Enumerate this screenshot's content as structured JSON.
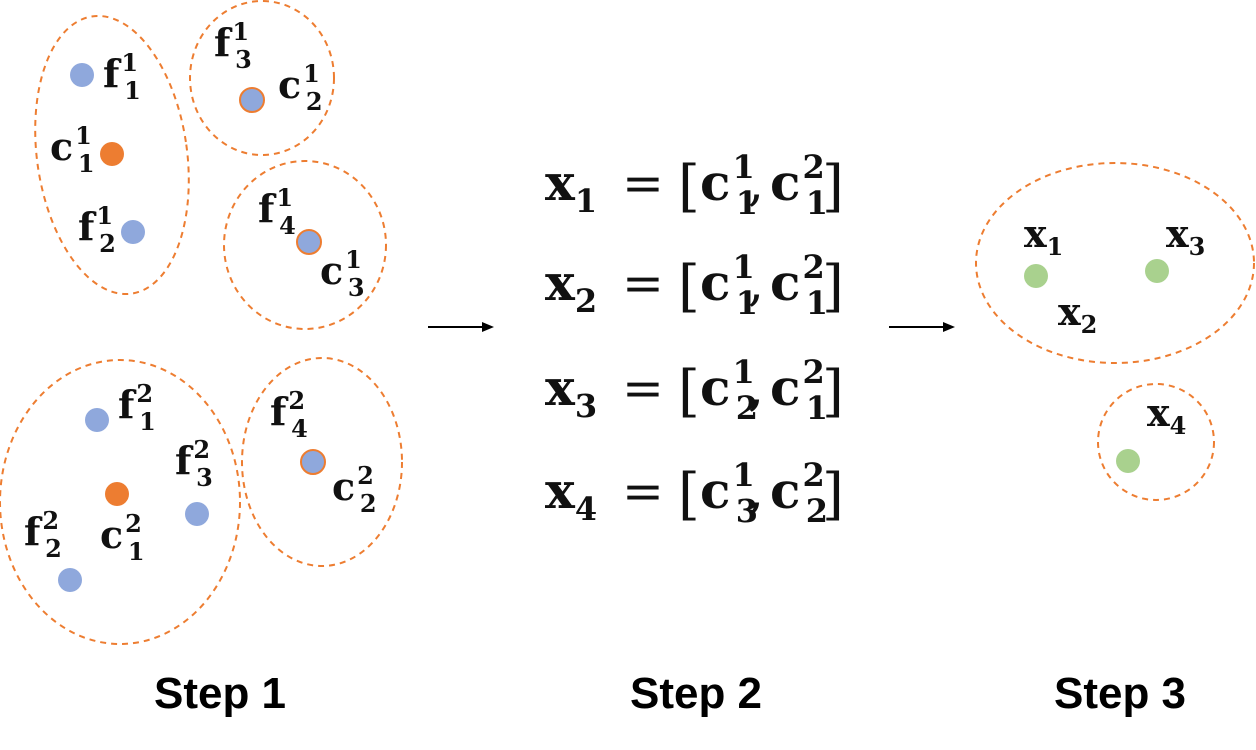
{
  "colors": {
    "feature": "#8fa8dc",
    "center": "#ed7d31",
    "cluster_outline": "#ed7d31",
    "combined": "#a9d18e",
    "text": "#111111"
  },
  "step1": {
    "features": [
      {
        "base": "f",
        "sub": "1",
        "sup": "1"
      },
      {
        "base": "f",
        "sub": "2",
        "sup": "1"
      },
      {
        "base": "f",
        "sub": "3",
        "sup": "1"
      },
      {
        "base": "f",
        "sub": "4",
        "sup": "1"
      },
      {
        "base": "f",
        "sub": "1",
        "sup": "2"
      },
      {
        "base": "f",
        "sub": "3",
        "sup": "2"
      },
      {
        "base": "f",
        "sub": "2",
        "sup": "2"
      },
      {
        "base": "f",
        "sub": "4",
        "sup": "2"
      }
    ],
    "centers": [
      {
        "base": "c",
        "sub": "1",
        "sup": "1"
      },
      {
        "base": "c",
        "sub": "2",
        "sup": "1"
      },
      {
        "base": "c",
        "sub": "3",
        "sup": "1"
      },
      {
        "base": "c",
        "sub": "1",
        "sup": "2"
      },
      {
        "base": "c",
        "sub": "2",
        "sup": "2"
      }
    ],
    "label": "Step 1"
  },
  "step2": {
    "equations": [
      {
        "lhs_sub": "1",
        "c_a": {
          "sub": "1",
          "sup": "1"
        },
        "c_b": {
          "sub": "1",
          "sup": "2"
        }
      },
      {
        "lhs_sub": "2",
        "c_a": {
          "sub": "1",
          "sup": "1"
        },
        "c_b": {
          "sub": "1",
          "sup": "2"
        }
      },
      {
        "lhs_sub": "3",
        "c_a": {
          "sub": "2",
          "sup": "1"
        },
        "c_b": {
          "sub": "1",
          "sup": "2"
        }
      },
      {
        "lhs_sub": "4",
        "c_a": {
          "sub": "3",
          "sup": "1"
        },
        "c_b": {
          "sub": "2",
          "sup": "2"
        }
      }
    ],
    "lhs_base": "x",
    "c_base": "c",
    "label": "Step 2"
  },
  "step3": {
    "points": [
      {
        "base": "x",
        "sub": "1"
      },
      {
        "base": "x",
        "sub": "3"
      },
      {
        "base": "x",
        "sub": "2"
      },
      {
        "base": "x",
        "sub": "4"
      }
    ],
    "label": "Step 3"
  },
  "symbols": {
    "equals": "=",
    "open_bracket": "[",
    "close_bracket": "]",
    "comma": ","
  }
}
